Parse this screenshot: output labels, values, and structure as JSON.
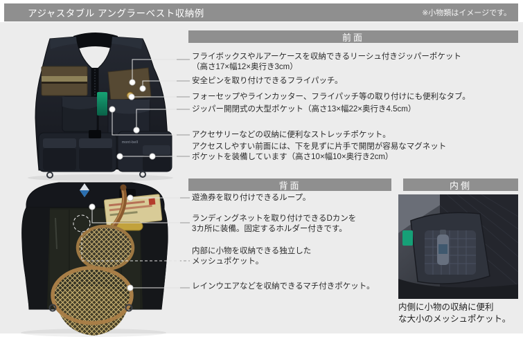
{
  "header": {
    "title": "アジャスタブル アングラーベスト収納例",
    "note": "※小物類はイメージです。"
  },
  "sections": {
    "front": {
      "label": "前面",
      "items": [
        "フライボックスやルアーケースを収納できるリーシュ付きジッパーポケット\n（高さ17×幅12×奥行き3cm）",
        "安全ピンを取り付けできるフライパッチ。",
        "フォーセップやラインカッター、フライパッチ等の取り付けにも便利なタブ。",
        "ジッパー開閉式の大型ポケット（高さ13×幅22×奥行き4.5cm）",
        "アクセサリーなどの収納に便利なストレッチポケット。",
        "アクセスしやすい前面には、下を見ずに片手で開閉が容易なマグネット\nポケットを装備しています（高さ10×幅10×奥行き2cm）"
      ]
    },
    "back": {
      "label": "背面",
      "items": [
        "遊漁券を取り付けできるループ。",
        "ランディングネットを取り付けできるDカンを\n3カ所に装備。固定するホルダー付きです。",
        "内部に小物を収納できる独立した\nメッシュポケット。",
        "レインウエアなどを収納できるマチ付きポケット。"
      ]
    },
    "inside": {
      "label": "内側",
      "caption": "内側に小物の収納に便利\nな大小のメッシュポケット。"
    }
  },
  "vest": {
    "brand_label": "mont-bell"
  },
  "colors": {
    "header_bar": "#8f8f8f",
    "page_bg": "#ececec",
    "text": "#2a2a2a",
    "leader_line": "#999999",
    "accent_green": "#12996d",
    "fly_patch_brown": "#564933",
    "net_tan": "#cdb574"
  }
}
